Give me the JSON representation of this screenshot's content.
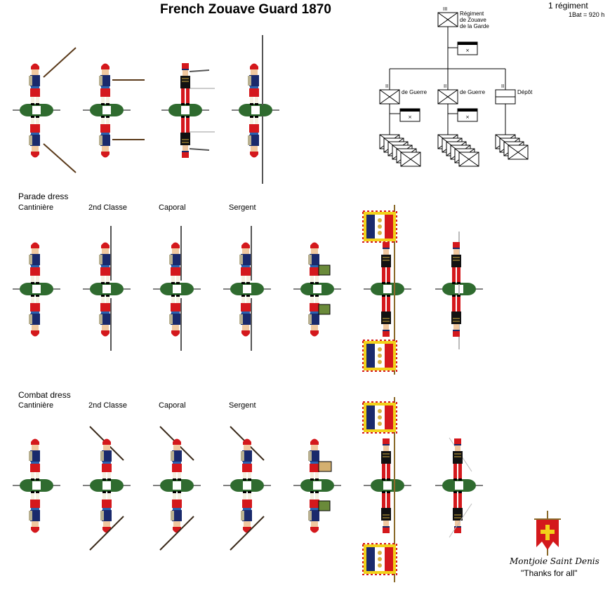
{
  "header": {
    "title": "French Zouave Guard 1870",
    "regiment_count": "1 régiment",
    "battalion_size": "1Bat = 920 h"
  },
  "org_chart": {
    "regiment_label": [
      "Régiment",
      "de Zouave",
      "de la Garde"
    ],
    "unit_left_label": "de Guerre",
    "unit_mid_label": "de Guerre",
    "unit_right_label": "Dépôt"
  },
  "sections": {
    "parade": {
      "title": "Parade dress",
      "ranks": [
        "Cantinière",
        "2nd Classe",
        "Caporal",
        "Sergent"
      ]
    },
    "combat": {
      "title": "Combat dress",
      "ranks": [
        "Cantinière",
        "2nd Classe",
        "Caporal",
        "Sergent"
      ]
    }
  },
  "footer": {
    "motto": "Montjoie Saint Denis",
    "thanks": "\"Thanks for all\""
  },
  "colors": {
    "base_green": "#2f6b2f",
    "navy": "#1a2a6c",
    "red": "#d4181c",
    "flag_yellow": "#f2d21a",
    "skin": "#f0c8a0"
  }
}
